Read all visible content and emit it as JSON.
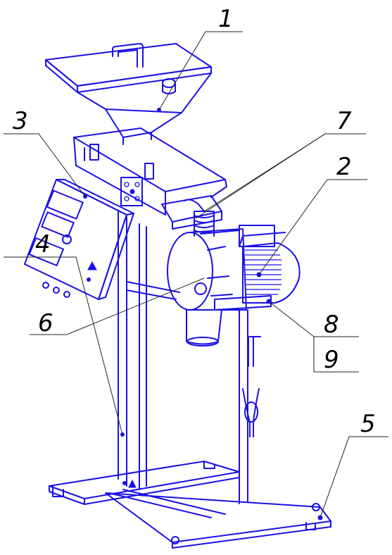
{
  "diagram": {
    "callouts": [
      {
        "id": "1",
        "label": "1"
      },
      {
        "id": "2",
        "label": "2"
      },
      {
        "id": "3",
        "label": "3"
      },
      {
        "id": "4",
        "label": "4"
      },
      {
        "id": "5",
        "label": "5"
      },
      {
        "id": "6",
        "label": "6"
      },
      {
        "id": "7",
        "label": "7"
      },
      {
        "id": "8",
        "label": "8"
      },
      {
        "id": "9",
        "label": "9"
      }
    ],
    "colors": {
      "drawing": "#1a10e6",
      "leader": "#222222",
      "background": "#ffffff"
    }
  }
}
